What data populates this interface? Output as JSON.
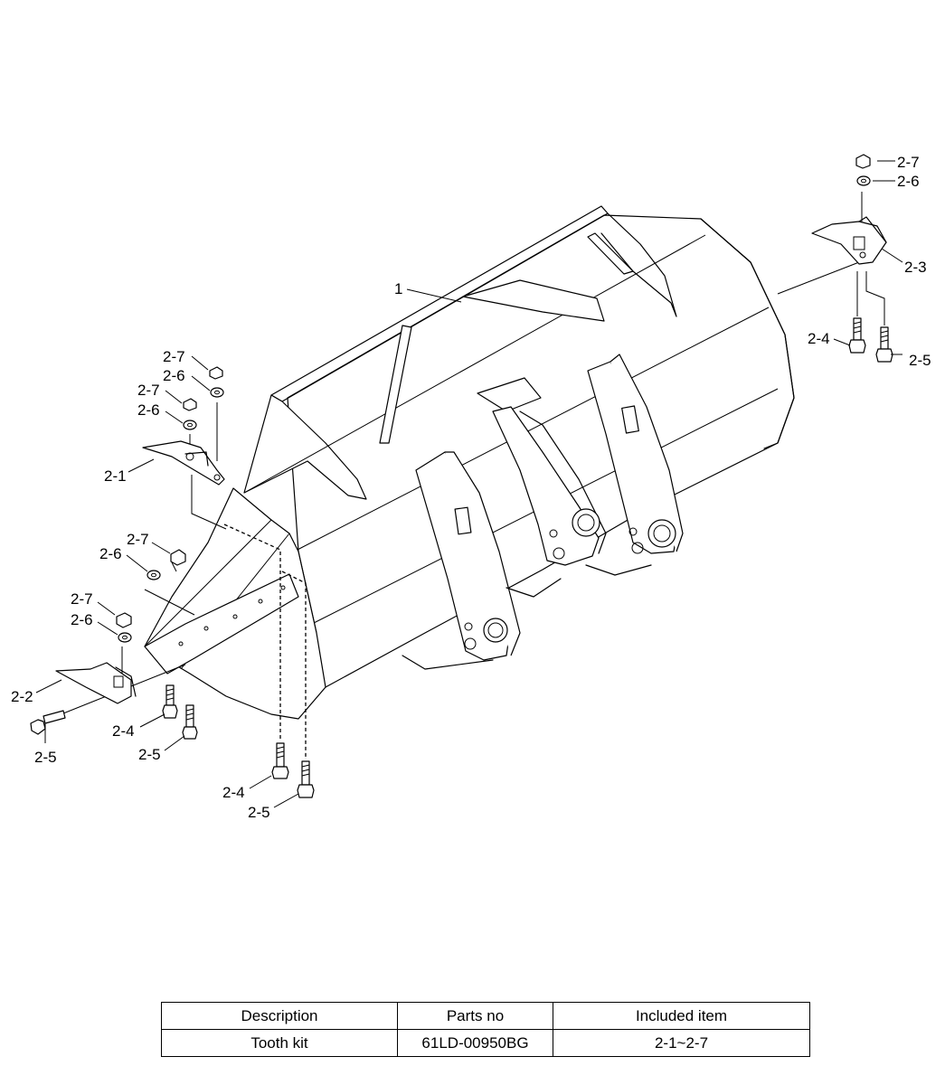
{
  "diagram": {
    "callouts": {
      "c1": "1",
      "c2_1": "2-1",
      "c2_2": "2-2",
      "c2_3": "2-3",
      "c2_4a": "2-4",
      "c2_4b": "2-4",
      "c2_4c": "2-4",
      "c2_5a": "2-5",
      "c2_5b": "2-5",
      "c2_5c": "2-5",
      "c2_5d": "2-5",
      "c2_6a": "2-6",
      "c2_6b": "2-6",
      "c2_6c": "2-6",
      "c2_6d": "2-6",
      "c2_6e": "2-6",
      "c2_7a": "2-7",
      "c2_7b": "2-7",
      "c2_7c": "2-7",
      "c2_7d": "2-7",
      "c2_7e": "2-7"
    }
  },
  "table": {
    "headers": [
      "Description",
      "Parts no",
      "Included item"
    ],
    "rows": [
      [
        "Tooth kit",
        "61LD-00950BG",
        "2-1~2-7"
      ]
    ]
  }
}
